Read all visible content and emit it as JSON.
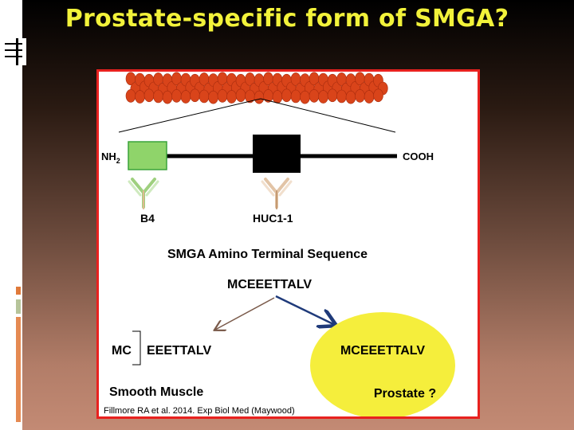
{
  "slide": {
    "title": "Prostate-specific form of SMGA?",
    "accent_color": "#f2f23a",
    "panel_border_color": "#e8211f"
  },
  "diagram": {
    "nh2_label": "NH",
    "nh2_subscript": "2",
    "cooh_label": "COOH",
    "antibody_b4_label": "B4",
    "antibody_huc_label": "HUC1-1",
    "sequence_heading": "SMGA  Amino Terminal Sequence",
    "full_sequence": "MCEEETTALV",
    "cleaved_prefix": "MC",
    "cleaved_rest": "EEETTALV",
    "muscle_label": "Smooth Muscle",
    "prostate_sequence": "MCEEETTALV",
    "prostate_label": "Prostate ?",
    "citation": "Fillmore  RA et al.  2014. Exp Biol Med (Maywood)",
    "colors": {
      "fiber": "#d9441a",
      "domain_box": "#8fd46a",
      "domain_border": "#3aa33a",
      "black_block": "#000000",
      "ellipse": "#f5ee3c",
      "arrow_left": "#7a5a4a",
      "arrow_right": "#1f3a7a"
    }
  }
}
